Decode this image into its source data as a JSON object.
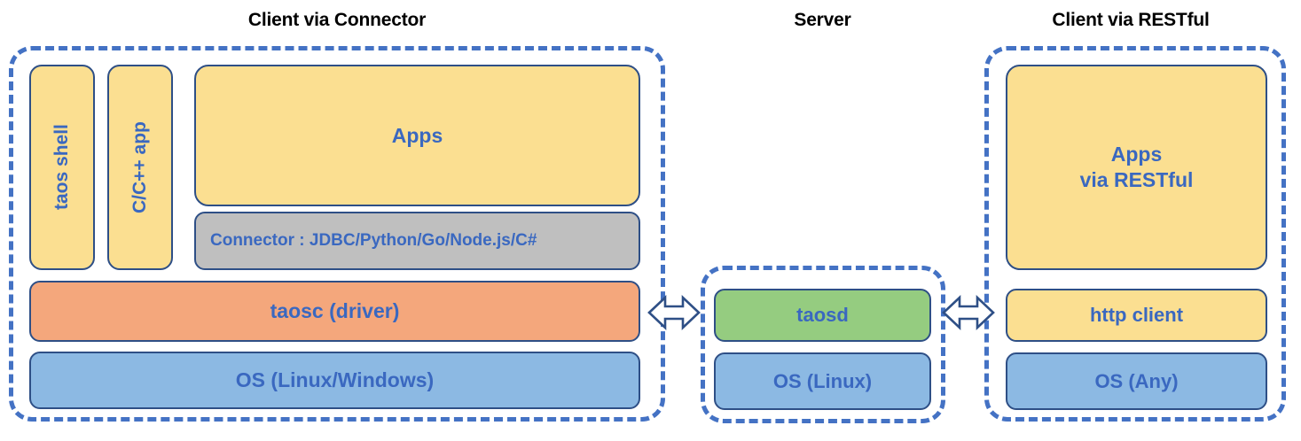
{
  "diagram": {
    "title_connector": "Client via Connector",
    "title_server": "Server",
    "title_restful": "Client via RESTful",
    "colors": {
      "dashed_border": "#4472C4",
      "box_border": "#2E4F86",
      "text_blue": "#3A68C0",
      "yellow": "#FBDF91",
      "blue": "#8CB9E3",
      "orange": "#F4A77C",
      "gray": "#BFBFBF",
      "green": "#95CC80",
      "title_black": "#000000"
    }
  },
  "client_connector": {
    "taos_shell": "taos shell",
    "cpp_app": "C/C++ app",
    "apps": "Apps",
    "connector": "Connector : JDBC/Python/Go/Node.js/C#",
    "taosc": "taosc (driver)",
    "os": "OS (Linux/Windows)"
  },
  "server": {
    "taosd": "taosd",
    "os": "OS (Linux)"
  },
  "client_restful": {
    "apps": "Apps\nvia RESTful",
    "http_client": "http client",
    "os": "OS (Any)"
  },
  "arrows": {
    "left_label": "bidirectional-arrow",
    "right_label": "bidirectional-arrow"
  }
}
